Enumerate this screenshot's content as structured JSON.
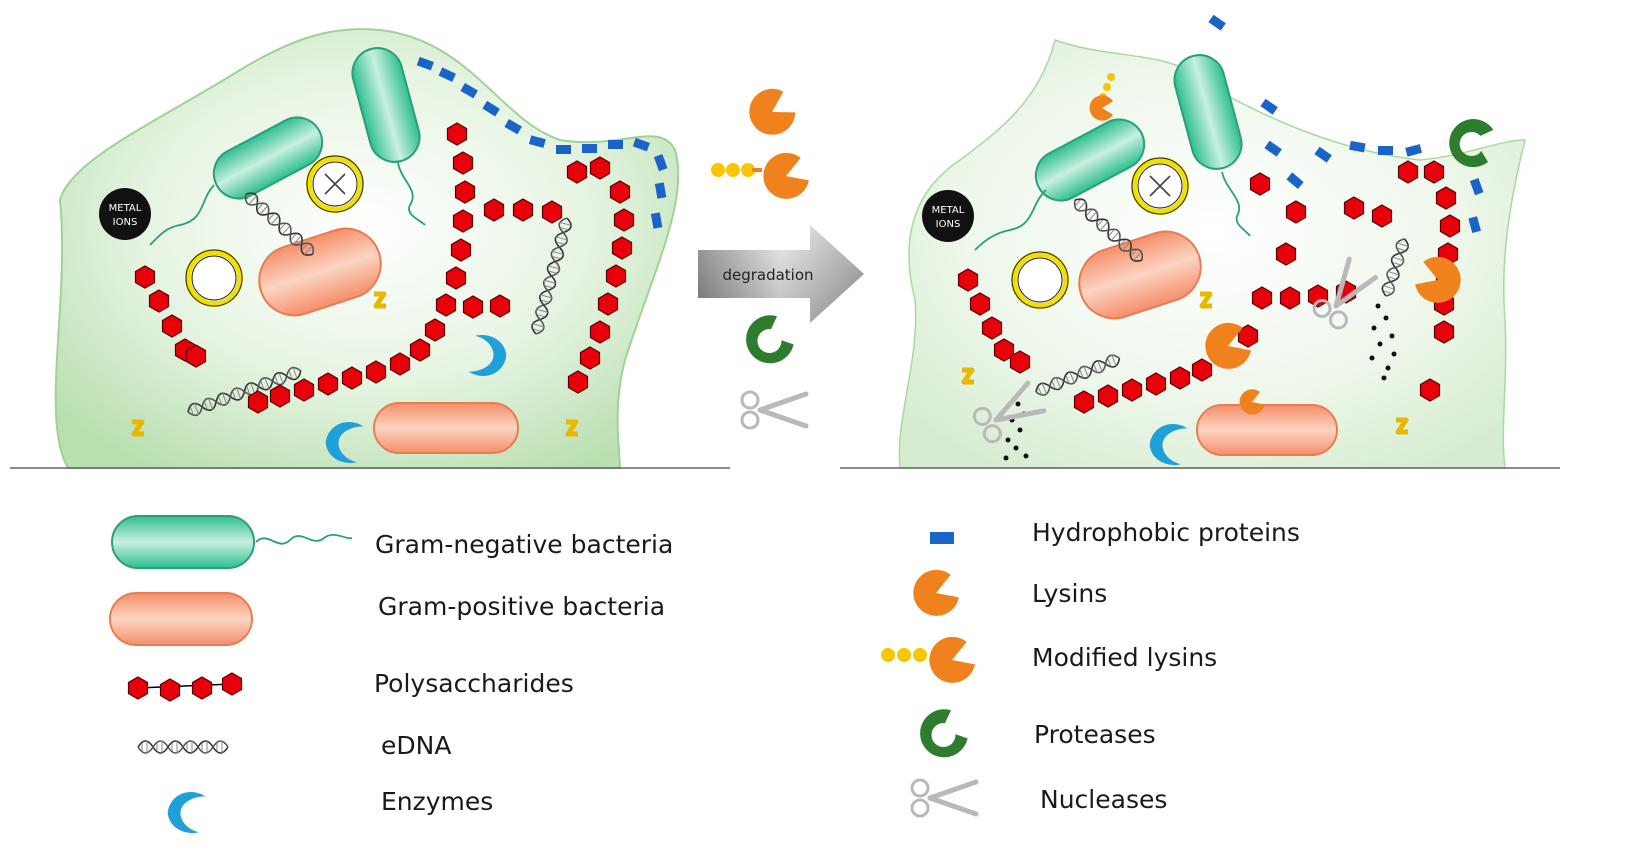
{
  "arrow_label": "degradation",
  "metal_ions": [
    "METAL",
    "IONS"
  ],
  "legend_left": [
    {
      "label": "Gram-negative bacteria",
      "icon": "gram-negative-bacterium-icon"
    },
    {
      "label": "Gram-positive bacteria",
      "icon": "gram-positive-bacterium-icon"
    },
    {
      "label": "Polysaccharides",
      "icon": "polysaccharide-chain-icon"
    },
    {
      "label": "eDNA",
      "icon": "edna-helix-icon"
    },
    {
      "label": "Enzymes",
      "icon": "enzyme-crescent-icon"
    }
  ],
  "legend_right": [
    {
      "label": "Hydrophobic proteins",
      "icon": "hydrophobic-protein-icon"
    },
    {
      "label": "Lysins",
      "icon": "lysin-icon"
    },
    {
      "label": "Modified lysins",
      "icon": "modified-lysin-icon"
    },
    {
      "label": "Proteases",
      "icon": "protease-icon"
    },
    {
      "label": "Nucleases",
      "icon": "nuclease-scissors-icon"
    }
  ],
  "colors": {
    "matrix": "#cfe8c8",
    "gram_negative": "#3fc79a",
    "gram_positive": "#f7a17e",
    "polysaccharide": "#e8000b",
    "hydrophobic_protein": "#1a64c8",
    "lysin": "#f0821e",
    "modifier_bead": "#f7c600",
    "protease": "#2e7d2e",
    "enzyme": "#1fa0d8",
    "nuclease": "#b9b9b9"
  }
}
